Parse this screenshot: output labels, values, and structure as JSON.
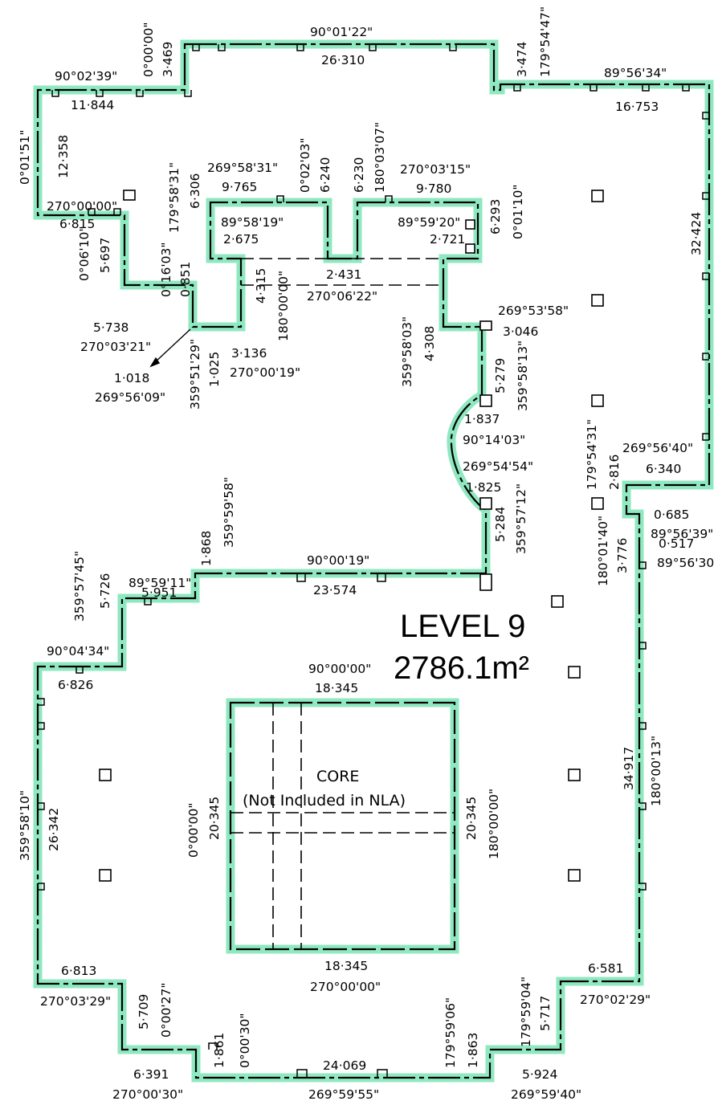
{
  "plan": {
    "title": "LEVEL 9",
    "area": "2786.1m²",
    "core_title": "CORE",
    "core_note": "(Not Included in NLA)",
    "boundary_color": "#8fe8c0",
    "line_color": "#000000"
  },
  "labels": {
    "l1": "90°01'22\"",
    "l2": "26·310",
    "l3": "0°00'00\"",
    "l4": "3·469",
    "l5": "3·474",
    "l6": "179°54'47\"",
    "l7": "90°02'39\"",
    "l8": "11·844",
    "l9": "89°56'34\"",
    "l10": "16·753",
    "l11": "0°01'51\"",
    "l12": "12·358",
    "l13": "270°00'00\"",
    "l14": "6·815",
    "l15": "269°58'31\"",
    "l16": "9·765",
    "l17": "0°02'03\"",
    "l18": "6·240",
    "l19": "6·230",
    "l20": "180°03'07\"",
    "l21": "270°03'15\"",
    "l22": "9·780",
    "l23": "179°58'31\"",
    "l24": "6·306",
    "l25": "89°58'19\"",
    "l26": "2·675",
    "l27": "89°59'20\"",
    "l28": "2·721",
    "l29": "6·293",
    "l30": "0°01'10\"",
    "l31": "32·424",
    "l32": "0°06'10\"",
    "l33": "5·697",
    "l34": "0°16'03\"",
    "l35": "0·851",
    "l36": "4·315",
    "l37": "180°00'00\"",
    "l38": "2·431",
    "l39": "270°06'22\"",
    "l40": "359°58'03\"",
    "l41": "4·308",
    "l42": "269°53'58\"",
    "l43": "3·046",
    "l44": "5·738",
    "l45": "270°03'21\"",
    "l46": "1·018",
    "l47": "269°56'09\"",
    "l48": "359°51'29\"",
    "l49": "1·025",
    "l50": "3·136",
    "l51": "270°00'19\"",
    "l52": "5·279",
    "l53": "359°58'13\"",
    "l54": "1·837",
    "l55": "90°14'03\"",
    "l56": "179°54'31\"",
    "l57": "2·816",
    "l58": "269°56'40\"",
    "l59": "6·340",
    "l60": "269°54'54\"",
    "l61": "1·825",
    "l62": "0·685",
    "l63": "89°56'39\"",
    "l64": "180°01'40\"",
    "l65": "3·776",
    "l66": "0·517",
    "l67": "89°56'30",
    "l68": "1·868",
    "l69": "359°59'58\"",
    "l70": "90°00'19\"",
    "l71": "23·574",
    "l72": "5·284",
    "l73": "359°57'12\"",
    "l74": "89°59'11\"",
    "l75": "5·951",
    "l76": "359°57'45\"",
    "l77": "5·726",
    "l78": "90°04'34\"",
    "l79": "6·826",
    "l80": "90°00'00\"",
    "l81": "18·345",
    "l82": "0°00'00\"",
    "l83": "20·345",
    "l84": "20·345",
    "l85": "180°00'00\"",
    "l86": "359°58'10\"",
    "l87": "26·342",
    "l88": "34·917",
    "l89": "180°00'13\"",
    "l90": "18·345",
    "l91": "270°00'00\"",
    "l92": "6·813",
    "l93": "270°03'29\"",
    "l94": "6·581",
    "l95": "270°02'29\"",
    "l96": "5·709",
    "l97": "0°00'27\"",
    "l98": "179°59'04\"",
    "l99": "5·717",
    "l100": "1·861",
    "l101": "0°00'30\"",
    "l102": "24·069",
    "l103": "179°59'06\"",
    "l104": "1·863",
    "l105": "6·391",
    "l106": "270°00'30\"",
    "l107": "269°59'55\"",
    "l108": "5·924",
    "l109": "269°59'40\""
  }
}
